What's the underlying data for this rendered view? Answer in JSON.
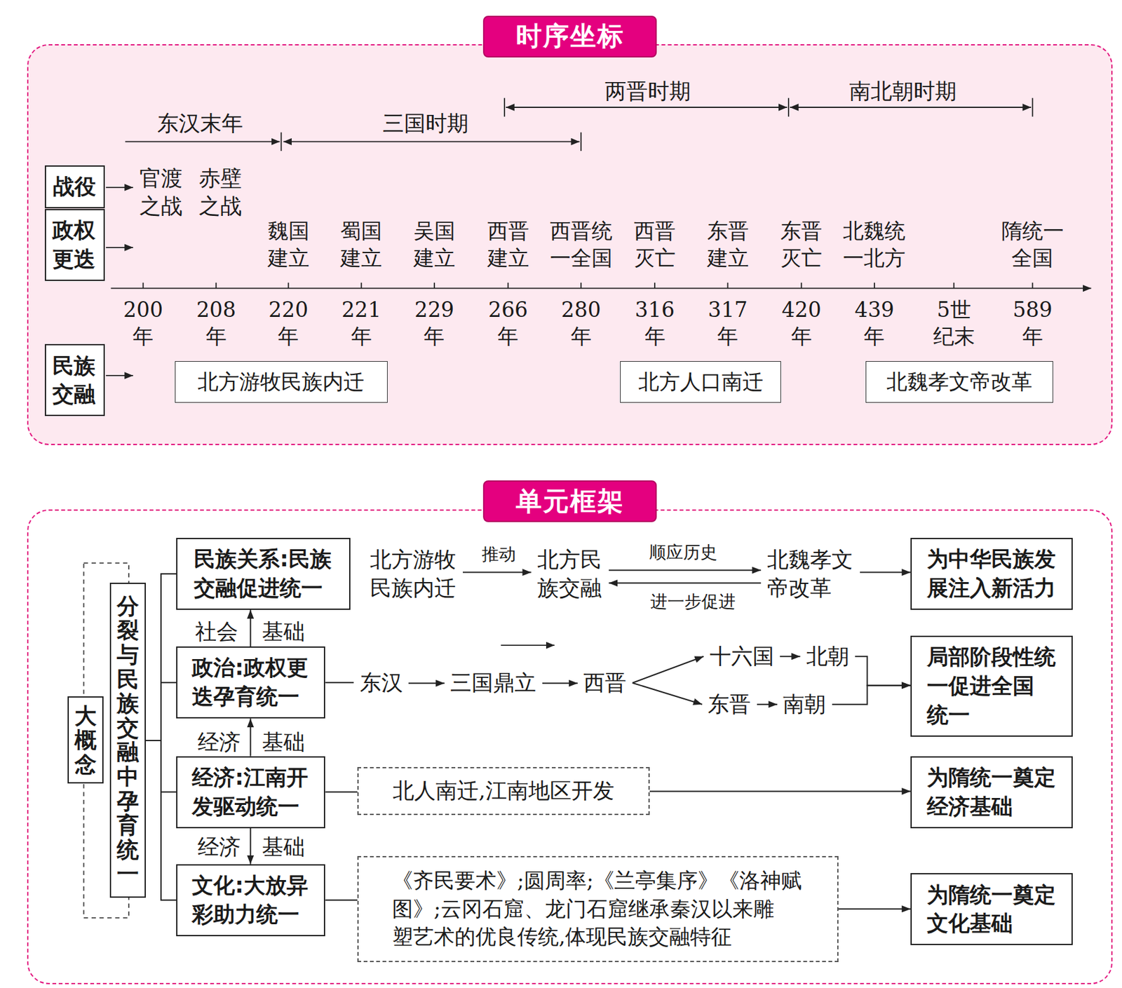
{
  "diagram": {
    "nodes": [
      {
        "text": [
          "时序坐标"
        ]
      },
      {
        "text": [
          "战役"
        ],
        "in": 0
      },
      {
        "text": [
          "政权 更迭"
        ],
        "in": 0
      },
      {
        "text": [
          "民族 交融"
        ],
        "in": 0
      },
      {
        "text": [
          "北方游牧民族内迁"
        ],
        "in": 0
      },
      {
        "text": [
          "北方人口南迁"
        ],
        "in": 0
      },
      {
        "text": [
          "北魏孝文帝改革"
        ],
        "in": 0
      },
      {
        "text": [
          "单元框架"
        ]
      },
      {
        "text": [
          "大概念"
        ],
        "in": 7
      },
      {
        "text": [
          "分裂与民族交融中孕育统一"
        ],
        "in": 7
      },
      {
        "text": [
          "民族关系:民族 交融促进统一"
        ],
        "in": 7
      },
      {
        "text": [
          "北方游牧 民族内迁"
        ],
        "in": 7
      },
      {
        "text": [
          "北方民 族交融"
        ],
        "in": 7
      },
      {
        "text": [
          "北魏孝文 帝改革"
        ],
        "in": 7
      },
      {
        "text": [
          "为中华民族发 展注入新活力"
        ],
        "in": 7
      },
      {
        "text": [
          "政治:政权更 迭孕育统一"
        ],
        "in": 7
      },
      {
        "text": [
          "东汉"
        ],
        "in": 7
      },
      {
        "text": [
          "三国鼎立"
        ],
        "in": 7
      },
      {
        "text": [
          "西晋"
        ],
        "in": 7
      },
      {
        "text": [
          "十六国"
        ],
        "in": 7
      },
      {
        "text": [
          "北朝"
        ],
        "in": 7
      },
      {
        "text": [
          "东晋"
        ],
        "in": 7
      },
      {
        "text": [
          "南朝"
        ],
        "in": 7
      },
      {
        "text": [
          "局部阶段性统 一促进全国 统一"
        ],
        "in": 7
      },
      {
        "text": [
          "经济:江南开 发驱动统一"
        ],
        "in": 7
      },
      {
        "text": [
          "北人南迁,江南地区开发"
        ],
        "in": 7
      },
      {
        "text": [
          "为隋统一奠定 经济基础"
        ],
        "in": 7
      },
      {
        "text": [
          "文化:大放异 彩助力统一"
        ],
        "in": 7
      },
      {
        "text": [
          "《齐民要术》;圆周率;《兰亭集序》《洛神赋 图》;云冈石窟、龙门石窟继承秦汉以来雕 塑艺术的优良传统,体现民族交融特征"
        ],
        "in": 7
      },
      {
        "text": [
          "为隋统一奠定 文化基础"
        ],
        "in": 7
      }
    ],
    "edges": [
      {
        "from": 9,
        "to": 10,
        "arrow": "none"
      },
      {
        "from": 9,
        "to": 15,
        "arrow": "none"
      },
      {
        "from": 9,
        "to": 24,
        "arrow": "none"
      },
      {
        "from": 9,
        "to": 27,
        "arrow": "none"
      },
      {
        "from": 15,
        "to": 10,
        "arrow": "to",
        "label": "基础"
      },
      {
        "from": 24,
        "to": 15,
        "arrow": "to",
        "label": "基础"
      },
      {
        "from": 24,
        "to": 27,
        "arrow": "to",
        "label": "基础"
      },
      {
        "from": 11,
        "to": 12,
        "arrow": "to",
        "label": "推动"
      },
      {
        "from": 12,
        "to": 13,
        "arrow": "to",
        "label": "顺应历史"
      },
      {
        "from": 13,
        "to": 12,
        "arrow": "to",
        "label": "进一步促进"
      },
      {
        "from": 13,
        "to": 14,
        "arrow": "to"
      },
      {
        "from": 15,
        "to": 16,
        "arrow": "none"
      },
      {
        "from": 16,
        "to": 17,
        "arrow": "to"
      },
      {
        "from": 17,
        "to": 18,
        "arrow": "to"
      },
      {
        "from": 18,
        "to": 19,
        "arrow": "to"
      },
      {
        "from": 18,
        "to": 21,
        "arrow": "to"
      },
      {
        "from": 19,
        "to": 20,
        "arrow": "to"
      },
      {
        "from": 21,
        "to": 22,
        "arrow": "to"
      },
      {
        "from": 20,
        "to": 23,
        "arrow": "to"
      },
      {
        "from": 22,
        "to": 23,
        "arrow": "to"
      },
      {
        "from": 24,
        "to": 25,
        "arrow": "none"
      },
      {
        "from": 25,
        "to": 26,
        "arrow": "to"
      },
      {
        "from": 27,
        "to": 28,
        "arrow": "none"
      },
      {
        "from": 28,
        "to": 29,
        "arrow": "to"
      }
    ],
    "labels": [
      "东汉末年",
      "三国时期",
      "两晋时期",
      "南北朝时期",
      "官渡 之战",
      "赤壁 之战",
      "魏国 建立",
      "蜀国 建立",
      "吴国 建立",
      "西晋 建立",
      "西晋统 一全国",
      "西晋 灭亡",
      "东晋 建立",
      "东晋 灭亡",
      "北魏统 一北方",
      "隋统一 全国",
      "200 年",
      "208 年",
      "220 年",
      "221 年",
      "229 年",
      "266 年",
      "280 年",
      "316 年",
      "317 年",
      "420 年",
      "439 年",
      "5世 纪末",
      "589 年",
      "社会",
      "经济",
      "经济"
    ]
  }
}
